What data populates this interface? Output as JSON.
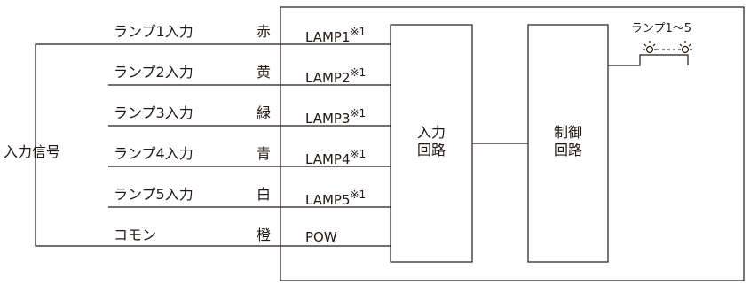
{
  "input_signal_label": "入力信号",
  "rows": [
    {
      "name": "ランプ1入力",
      "color": "赤",
      "signal": "LAMP1",
      "note": "※1"
    },
    {
      "name": "ランプ2入力",
      "color": "黄",
      "signal": "LAMP2",
      "note": "※1"
    },
    {
      "name": "ランプ3入力",
      "color": "緑",
      "signal": "LAMP3",
      "note": "※1"
    },
    {
      "name": "ランプ4入力",
      "color": "青",
      "signal": "LAMP4",
      "note": "※1"
    },
    {
      "name": "ランプ5入力",
      "color": "白",
      "signal": "LAMP5",
      "note": "※1"
    },
    {
      "name": "コモン",
      "color": "橙",
      "signal": "POW",
      "note": ""
    }
  ],
  "input_circuit": {
    "line1": "入力",
    "line2": "回路"
  },
  "control_circuit": {
    "line1": "制御",
    "line2": "回路"
  },
  "lamps_label": "ランプ1〜5",
  "colors": {
    "ink": "#231815",
    "background": "#ffffff"
  }
}
